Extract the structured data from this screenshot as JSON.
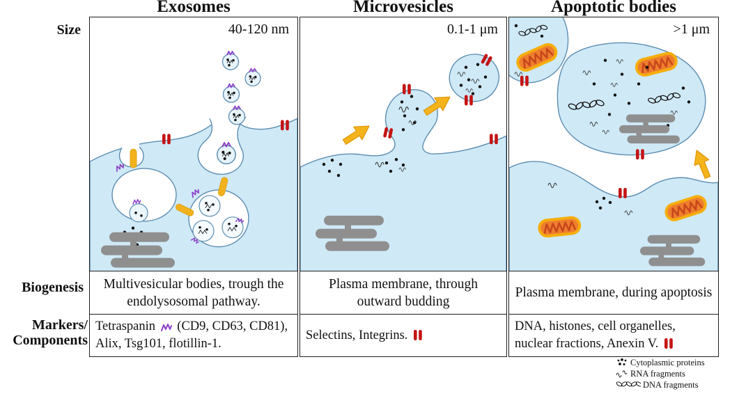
{
  "figure": {
    "row_labels": {
      "size": "Size",
      "biogenesis": "Biogenesis",
      "markers_line1": "Markers/",
      "markers_line2": "Components"
    },
    "columns": [
      {
        "title": "Exosomes",
        "size": "40-120 nm",
        "biogenesis": "Multivesicular bodies, trough the endolysosomal pathway.",
        "markers": {
          "before": "Tetraspanin",
          "after": "(CD9, CD63, CD81), Alix, Tsg101, flotillin-1.",
          "icon": "tetraspanin-icon"
        }
      },
      {
        "title": "Microvesicles",
        "size": "0.1-1 μm",
        "biogenesis": "Plasma membrane, through outward budding",
        "markers": {
          "before": "Selectins, Integrins.",
          "after": "",
          "icon": "integrin-icon"
        }
      },
      {
        "title": "Apoptotic bodies",
        "size": ">1 μm",
        "biogenesis": "Plasma membrane, during apoptosis",
        "markers": {
          "before": "DNA, histones, cell organelles, nuclear fractions, Anexin V.",
          "after": "",
          "icon": "integrin-icon"
        }
      }
    ],
    "legend": [
      {
        "icon": "cytoplasmic-proteins-icon",
        "label": "Cytoplasmic proteins"
      },
      {
        "icon": "rna-fragments-icon",
        "label": "RNA fragments"
      },
      {
        "icon": "dna-fragments-icon",
        "label": "DNA fragments"
      }
    ],
    "colors": {
      "cell_fill": "#cfe9f7",
      "membrane_stroke": "#5d8db0",
      "marker_red": "#c41414",
      "tetraspanin_purple": "#8b3fc6",
      "arrow_yellow": "#f2b21d",
      "golgi_grey": "#8f8f8f",
      "mito_outer": "#f5ae0c",
      "mito_inner": "#ee7e2e"
    }
  }
}
